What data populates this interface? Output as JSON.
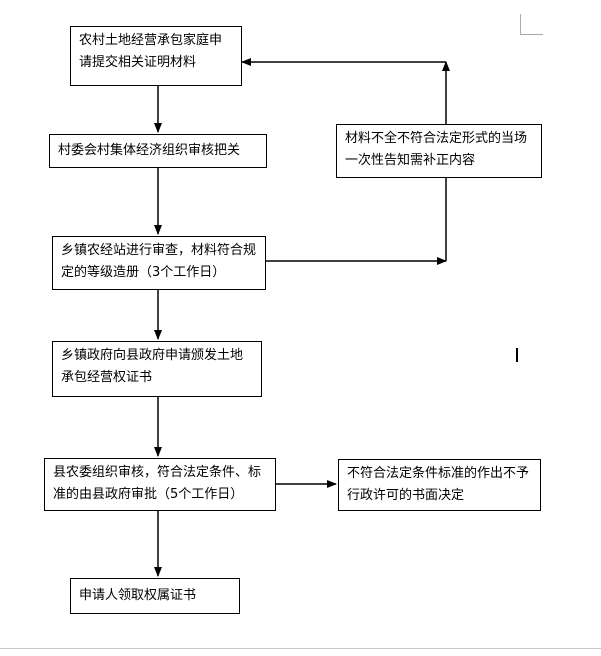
{
  "steps": {
    "apply": "农村土地经营承包家庭申请提交相关证明材料",
    "village_review": "村委会村集体经济组织审核把关",
    "township_review": "乡镇农经站进行审查，材料符合规定的等级造册（3个工作日）",
    "township_apply": "乡镇政府向县政府申请颁发土地承包经营权证书",
    "county_review": "县农委组织审核，符合法定条件、标准的由县政府审批（5个工作日）",
    "receive": "申请人领取权属证书"
  },
  "branches": {
    "incomplete": "材料不全不符合法定形式的当场一次性告知需补正内容",
    "rejected": "不符合法定条件标准的作出不予行政许可的书面决定"
  }
}
